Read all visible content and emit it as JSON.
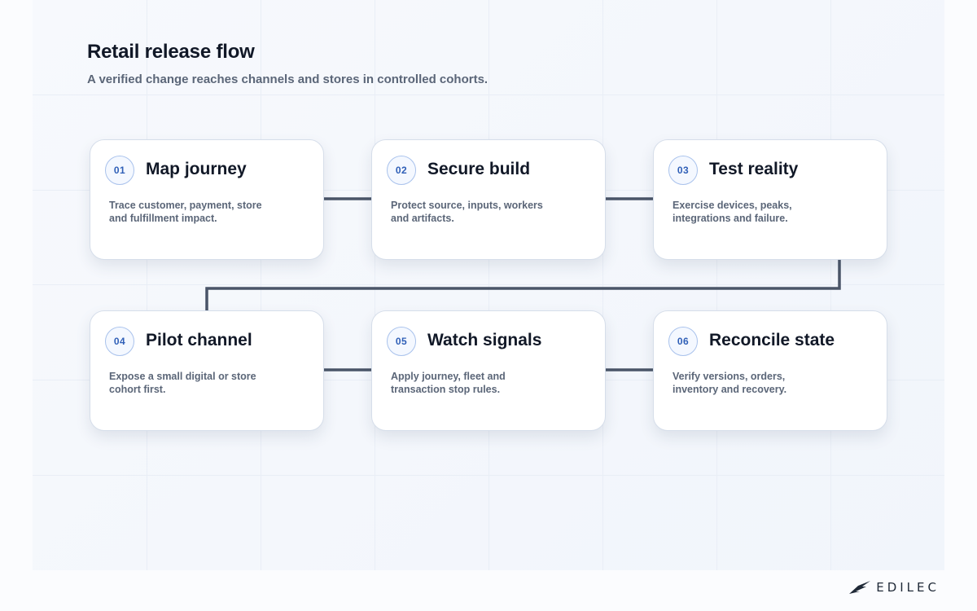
{
  "header": {
    "title": "Retail release flow",
    "subtitle": "A verified change reaches channels and stores in controlled cohorts."
  },
  "steps": [
    {
      "number": "01",
      "title": "Map journey",
      "description_lines": [
        "Trace customer, payment, store",
        "and fulfillment impact."
      ]
    },
    {
      "number": "02",
      "title": "Secure build",
      "description_lines": [
        "Protect source, inputs, workers",
        "and artifacts."
      ]
    },
    {
      "number": "03",
      "title": "Test reality",
      "description_lines": [
        "Exercise devices, peaks,",
        "integrations and failure."
      ]
    },
    {
      "number": "04",
      "title": "Pilot channel",
      "description_lines": [
        "Expose a small digital or store",
        "cohort first."
      ]
    },
    {
      "number": "05",
      "title": "Watch signals",
      "description_lines": [
        "Apply journey, fleet and",
        "transaction stop rules."
      ]
    },
    {
      "number": "06",
      "title": "Reconcile state",
      "description_lines": [
        "Verify versions, orders,",
        "inventory and recovery."
      ]
    }
  ],
  "logo": {
    "text": "EDILEC"
  },
  "colors": {
    "connector": "#4a5568",
    "badge_text": "#2f5fb7",
    "badge_border": "#a9c2ec"
  }
}
